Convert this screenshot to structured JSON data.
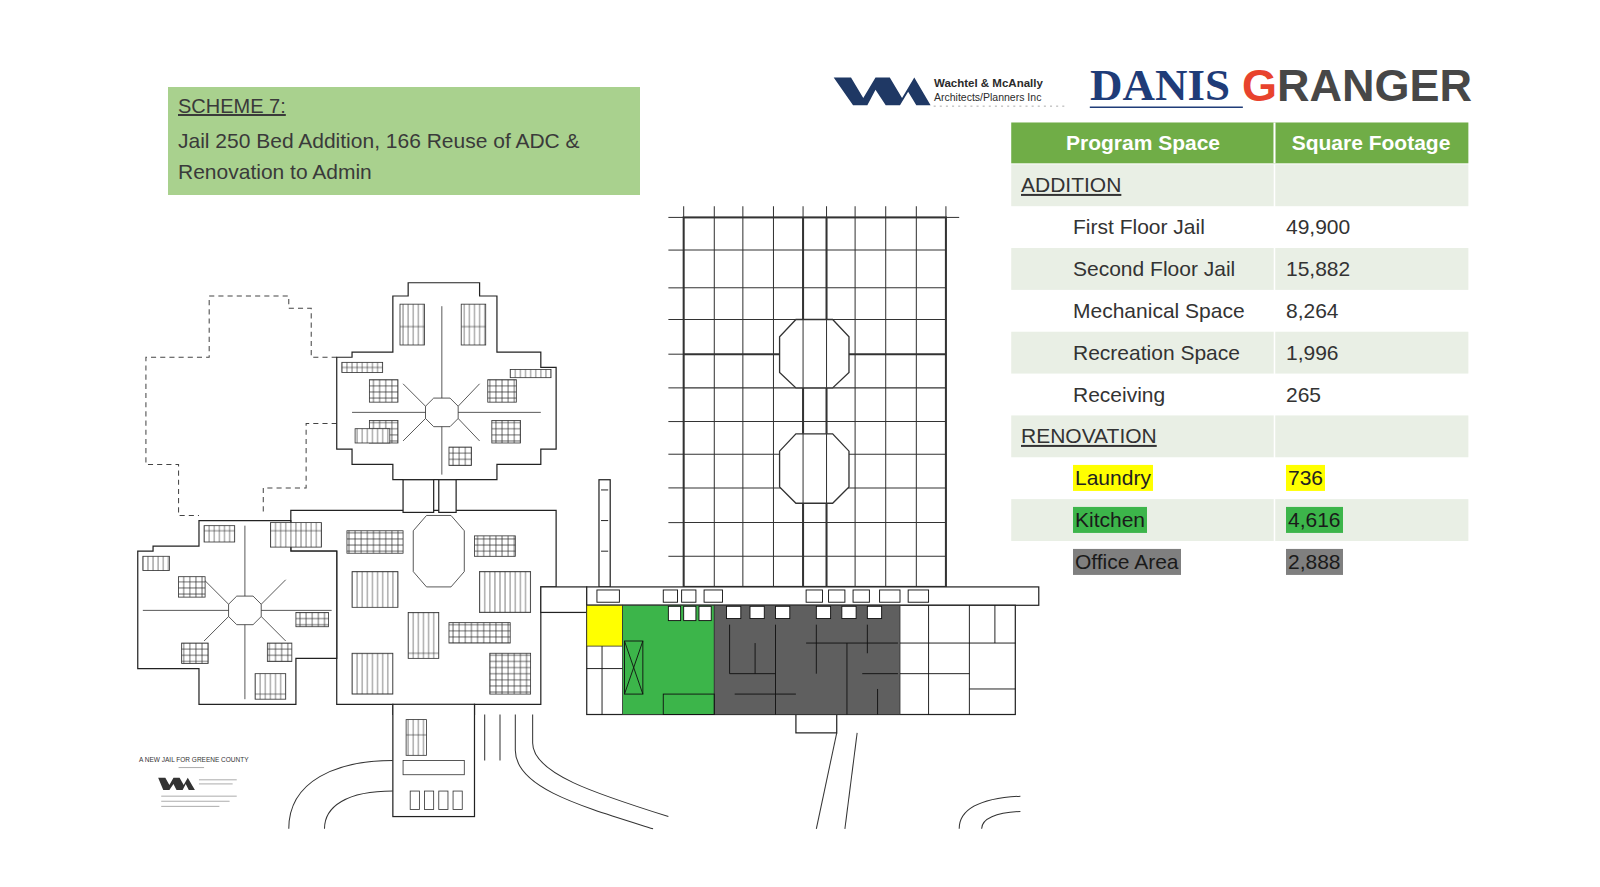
{
  "diagram": {
    "nodes": [
      {
        "text": [
          "SCHEME 7:",
          "Jail 250 Bed Addition, 166 Reuse of ADC & Renovation to Admin"
        ]
      }
    ],
    "labels": [
      "Wachtel & McAnally",
      "Architects/Planners Inc",
      "DANIS",
      "GRANGER",
      "Program Space",
      "Square Footage",
      "ADDITION",
      "First Floor Jail",
      "49,900",
      "Second Floor Jail",
      "15,882",
      "Mechanical Space",
      "8,264",
      "Recreation Space",
      "1,996",
      "Receiving",
      "265",
      "RENOVATION",
      "Laundry",
      "736",
      "Kitchen",
      "4,616",
      "Office Area",
      "2,888",
      "A NEW JAIL FOR GREENE COUNTY"
    ]
  }
}
